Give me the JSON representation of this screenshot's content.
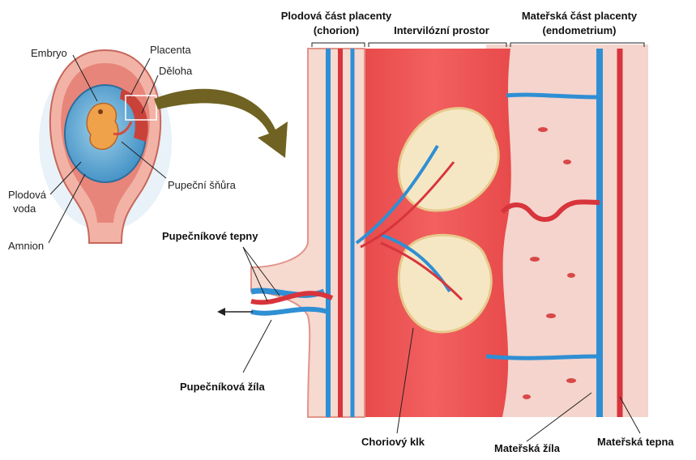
{
  "labels": {
    "embryo": "Embryo",
    "placenta": "Placenta",
    "deloha": "Děloha",
    "pupecni_snura": "Pupeční šňůra",
    "plodova_voda_1": "Plodová",
    "plodova_voda_2": "voda",
    "amnion": "Amnion",
    "plodova_cast_1": "Plodová část placenty",
    "plodova_cast_2": "(chorion)",
    "intervilozni": "Intervilózní prostor",
    "materska_cast_1": "Mateřská část placenty",
    "materska_cast_2": "(endometrium)",
    "pupecnikove_tepny": "Pupečníkové tepny",
    "pupecnikova_zila": "Pupečníková žíla",
    "choriovy_klk": "Choriový klk",
    "materska_zila": "Mateřská žíla",
    "materska_tepna": "Mateřská tepna"
  },
  "colors": {
    "artery_red": "#d8343c",
    "vein_blue": "#2f8fd4",
    "intervillous_red": "#e64545",
    "endometrium_pink": "#f4d4cc",
    "villus_cream": "#f6e7c4",
    "arrow_olive": "#6f6222"
  }
}
